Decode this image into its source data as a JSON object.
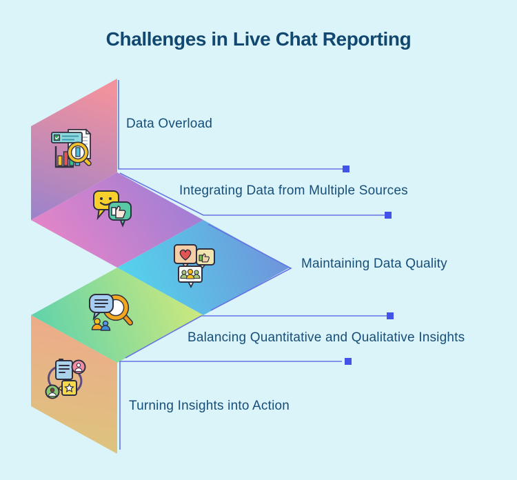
{
  "title": {
    "text": "Challenges in Live Chat Reporting",
    "color": "#12486f"
  },
  "background_color": "#daf4f9",
  "connector": {
    "line_color": "#6474e4",
    "endpoint_square_color": "#4353e8"
  },
  "label_color": "#174e79",
  "items": [
    {
      "label": "Data Overload",
      "icon": "report-analysis-magnifier-icon",
      "gradient": [
        "#f2929d",
        "#9f83c9"
      ]
    },
    {
      "label": "Integrating Data from Multiple Sources",
      "icon": "smiley-chat-thumbs-up-icon",
      "gradient": [
        "#e985c7",
        "#9c7ed6"
      ]
    },
    {
      "label": "Maintaining Data Quality",
      "icon": "feedback-reaction-bubbles-icon",
      "gradient": [
        "#54d5ec",
        "#6f93da"
      ]
    },
    {
      "label": "Balancing Quantitative and Qualitative Insights",
      "icon": "chat-magnifier-people-icon",
      "gradient": [
        "#5ed2ac",
        "#cfe97c"
      ]
    },
    {
      "label": "Turning Insights into Action",
      "icon": "insights-action-cycle-icon",
      "gradient": [
        "#edaa8a",
        "#ddc57d"
      ]
    }
  ]
}
